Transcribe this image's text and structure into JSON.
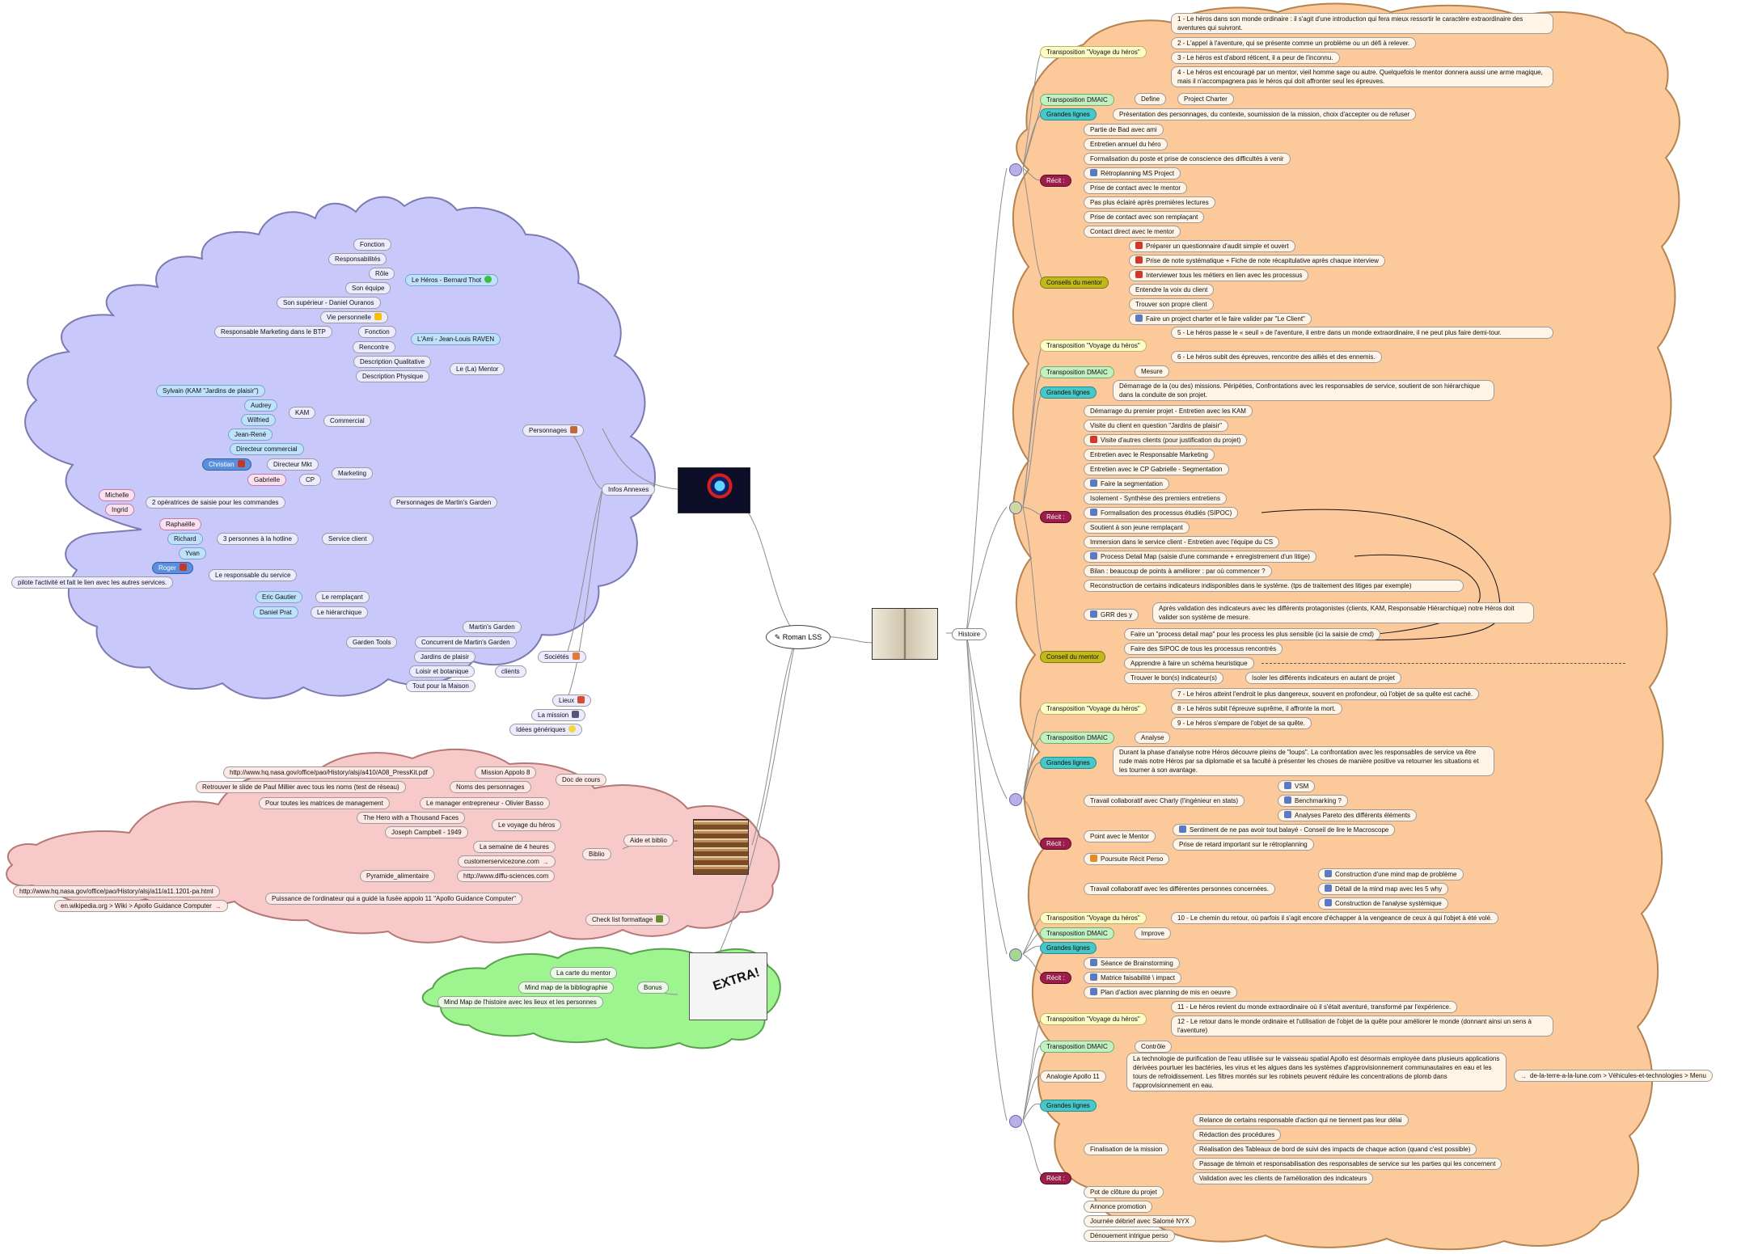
{
  "root": {
    "label": "Roman LSS"
  },
  "colors": {
    "blue_cloud": "#c9c8fb",
    "pink_cloud": "#f7c9c8",
    "green_cloud": "#9ef58f",
    "orange_cloud": "#fcc99b",
    "teal": "#47c7c7",
    "maroon": "#9a1d4a",
    "olive": "#c1b81a"
  },
  "histoire": {
    "label": "Histoire"
  },
  "left": {
    "infos_annexes": "Infos Annexes",
    "personnages": "Personnages",
    "heros": "Le Héros - Bernard Thot",
    "fonction": "Fonction",
    "responsabilites": "Responsabilités",
    "role": "Rôle",
    "son_equipe": "Son équipe",
    "superieur": "Son supérieur - Daniel Ouranos",
    "vie_perso": "Vie personnelle",
    "ami": "L'Ami - Jean-Louis RAVEN",
    "resp_marketing": "Responsable Marketing dans le BTP",
    "ami_fonction": "Fonction",
    "rencontre": "Rencontre",
    "mentor": "Le (La) Mentor",
    "desc_qual": "Description Qualitative",
    "desc_phys": "Description Physique",
    "perso_martin": "Personnages de Martin's Garden",
    "commercial": "Commercial",
    "kam": "KAM",
    "sylvain": "Sylvain (KAM \"Jardins de plaisir\")",
    "audrey": "Audrey",
    "wilfried": "Wilfried",
    "jean_rene": "Jean-René",
    "dir_commercial": "Directeur commercial",
    "marketing": "Marketing",
    "christian": "Christian",
    "directeur_mkt": "Directeur Mkt",
    "gabrielle": "Gabrielle",
    "cp": "CP",
    "service_client": "Service client",
    "michelle": "Michelle",
    "ingrid": "Ingrid",
    "deux_operatrices": "2 opératrices de saisie pour les commandes",
    "raphaelle": "Raphaëlle",
    "richard": "Richard",
    "yvan": "Yvan",
    "trois_hotline": "3 personnes à la hotline",
    "roger": "Roger",
    "resp_service": "Le responsable du service",
    "pilote": "pilote l'activité et fait le lien avec les autres services.",
    "eric": "Eric Gautier",
    "remplacant": "Le remplaçant",
    "daniel_prat": "Daniel Prat",
    "hierarchique": "Le hiérarchique",
    "societes": "Sociétés",
    "martins": "Martin's Garden",
    "garden_tools": "Garden Tools",
    "concurrent": "Concurrent de Martin's Garden",
    "jardins_plaisir": "Jardins de plaisir",
    "loisir": "Loisir et botanique",
    "tout_maison": "Tout pour la Maison",
    "clients": "clients",
    "lieux": "Lieux",
    "la_mission": "La mission",
    "idees": "Idées génériques",
    "aide_biblio": "Aide et biblio",
    "doc_cours": "Doc de cours",
    "mission_apollo": "Mission Appolo 8",
    "url_apollo8": "http://www.hq.nasa.gov/office/pao/History/alsj/a410/A08_PressKit.pdf",
    "noms_perso": "Noms des personnages",
    "paul_millier": "Retrouver le slide de Paul Millier avec tous les noms (test de réseau)",
    "biblio": "Biblio",
    "basso": "Le manager entrepreneur - Olivier Basso",
    "matrices": "Pour toutes les matrices de management",
    "voyage_heros": "Le voyage du héros",
    "thousand": "The Hero with a Thousand Faces",
    "campbell": "Joseph Campbell - 1949",
    "semaine": "La semaine de 4 heures",
    "customer": "customerservicezone.com",
    "diffu": "http://www.diffu-sciences.com",
    "pyramide": "Pyramide_alimentaire",
    "puissance": "Puissance de l'ordinateur qui a guidé la fusée appolo 11 \"Apollo Guidance Computer\"",
    "url_a11": "http://www.hq.nasa.gov/office/pao/History/alsj/a11/a11.1201-pa.html",
    "wiki": "en.wikipedia.org > Wiki > Apollo Guidance Computer",
    "checklist": "Check list formattage",
    "bonus": "Bonus",
    "carte_mentor": "La carte du mentor",
    "mm_biblio": "Mind map de la bibliographie",
    "mm_histoire": "Mind Map de l'histoire avec les lieux et les personnes"
  },
  "right": {
    "tvh": "Transposition \"Voyage du héros\"",
    "tdmaic": "Transposition DMAIC",
    "grandes": "Grandes lignes",
    "recit": "Récit :",
    "conseils": "Conseils du mentor",
    "conseil": "Conseil du mentor",
    "s1": {
      "h1": "1 - Le héros dans son monde ordinaire : il s'agit d'une introduction qui fera mieux ressortir le caractère extraordinaire des aventures qui suivront.",
      "h2": "2 - L'appel à l'aventure, qui se présente comme un problème ou un défi à relever.",
      "h3": "3 - Le héros est d'abord réticent, il a peur de l'inconnu.",
      "h4": "4 - Le héros est encouragé par un mentor, vieil homme sage ou autre. Quelquefois le mentor donnera aussi une arme magique, mais il n'accompagnera pas le héros qui doit affronter seul les épreuves.",
      "define": "Define",
      "charter": "Project Charter",
      "gl": "Présentation des personnages, du contexte, soumission de la mission, choix d'accepter ou de refuser",
      "r1": "Partie de Bad avec ami",
      "r2": "Entretien annuel du héro",
      "r3": "Formalisation du poste et prise de conscience des difficultés à venir",
      "r4": "Rétroplanning MS Project",
      "r5": "Prise de contact avec le mentor",
      "r6": "Pas plus éclairé après premières lectures",
      "r7": "Prise de contact avec son remplaçant",
      "r8": "Contact direct avec le mentor",
      "c1": "Préparer un questionnaire d'audit simple et ouvert",
      "c2": "Prise de note systématique + Fiche de note récapitulative après chaque interview",
      "c3": "Interviewer tous les métiers en lien avec les processus",
      "c4": "Entendre la voix du client",
      "c5": "Trouver son propre client",
      "c6": "Faire un project charter et le faire valider par \"Le Client\""
    },
    "s2": {
      "h5": "5 - Le héros passe le « seuil » de l'aventure, il entre dans un monde extraordinaire, il ne peut plus faire demi-tour.",
      "h6": "6 - Le héros subit des épreuves, rencontre des alliés et des ennemis.",
      "mesure": "Mesure",
      "gl": "Démarrage de la (ou des) missions. Péripéties, Confrontations avec les responsables de service, soutient de son hiérarchique dans la conduite de son projet.",
      "r1": "Démarrage du premier projet - Entretien avec les KAM",
      "r2": "Visite du client en question \"Jardins de plaisir\"",
      "r3": "Visite d'autres clients (pour justification du projet)",
      "r4": "Entretien avec le Responsable Marketing",
      "r5": "Entretien avec le CP Gabrielle - Segmentation",
      "r6": "Faire la segmentation",
      "r7": "Isolement - Synthèse des premiers entretiens",
      "r8": "Formalisation des processus étudiés (SIPOC)",
      "r9": "Soutient à son jeune remplaçant",
      "r10": "Immersion dans le service client - Entretien avec l'équipe du CS",
      "r11": "Process Detail Map (saisie d'une commande + enregistrement d'un litige)",
      "r12": "Bilan : beaucoup de points à améliorer : par où commencer ?",
      "r13": "Reconstruction de certains indicateurs indisponibles dans le système. (tps de traitement des litiges par exemple)",
      "r14": "GRR des y",
      "r14b": "Après validation des indicateurs avec les différents protagonistes (clients, KAM, Responsable Hiérarchique) notre Héros doit valider son système de mesure.",
      "c1": "Faire un \"process detail map\" pour les process les plus sensible (ici la saisie de cmd)",
      "c2": "Faire des SIPOC de tous les processus rencontrés",
      "c3": "Apprendre à faire un schéma heuristique",
      "c4": "Trouver le bon(s) indicateur(s)",
      "c4b": "Isoler les différents indicateurs en autant de projet"
    },
    "s3": {
      "h7": "7 - Le héros atteint l'endroit le plus dangereux, souvent en profondeur, où l'objet de sa quête est caché.",
      "h8": "8 - Le héros subit l'épreuve suprême, il affronte la mort.",
      "h9": "9 - Le héros s'empare de l'objet de sa quête.",
      "analyse": "Analyse",
      "gl": "Durant la phase d'analyse notre Héros découvre pleins de \"loups\". La confrontation avec les responsables de service va être rude mais notre Héros par sa diplomatie et sa faculté à présenter les choses de manière positive va retourner les situations et les tourner à son avantage.",
      "r1": "Travail collaboratif avec Charly (l'ingénieur en stats)",
      "r1a": "VSM",
      "r1b": "Benchmarking ?",
      "r1c": "Analyses Pareto des différents éléments",
      "r2": "Point avec le Mentor",
      "r2a": "Sentiment de ne pas avoir tout balayé - Conseil de lire le Macroscope",
      "r2b": "Prise de retard important sur le rétroplanning",
      "r3": "Poursuite Récit Perso",
      "r4": "Travail collaboratif avec les différentes personnes concernées.",
      "r4a": "Construction d'une mind map de problème",
      "r4b": "Détail de la mind map avec les 5 why",
      "r4c": "Construction de l'analyse systémique"
    },
    "s4": {
      "h10": "10 - Le chemin du retour, où parfois il s'agit encore d'échapper à la vengeance de ceux à qui l'objet à été volé.",
      "improve": "Improve",
      "r1": "Séance de Brainstorming",
      "r2": "Matrice faisabilité \\ impact",
      "r3": "Plan d'action avec planning de mis en oeuvre"
    },
    "s5": {
      "h11": "11 - Le héros revient du monde extraordinaire où il s'était aventuré, transformé par l'expérience.",
      "h12": "12 - Le retour dans le monde ordinaire et l'utilisation de l'objet de la quête pour améliorer le monde (donnant ainsi un sens à l'aventure)",
      "controle": "Contrôle",
      "analogie": "Analogie Apollo 11",
      "apollo_txt": "La technologie de purification de l'eau utilisée sur le vaisseau spatial Apollo est désormais employée dans plusieurs applications dérivées pourtuer les bactéries, les virus et les algues dans les systèmes d'approvisionnement communautaires en eau et les tours de refroidissement. Les filtres montés sur les robinets peuvent réduire les concentrations de plomb dans l'approvisionnement en eau.",
      "apollo_link": "de-la-terre-a-la-lune.com > Véhicules-et-technologies > Menu",
      "fin": "Finalisation de la mission",
      "f1": "Relance de certains responsable d'action qui ne tiennent pas leur délai",
      "f2": "Rédaction des procédures",
      "f3": "Réalisation des Tableaux de bord de suivi des impacts de chaque action (quand c'est possible)",
      "f4": "Passage de témoin et responsabilisation des responsables de service sur les parties qui les concernent",
      "f5": "Validation avec les clients de l'amélioration des indicateurs",
      "r2": "Pot de clôture du projet",
      "r3": "Annonce promotion",
      "r4": "Journée débrief avec Salomé NYX",
      "r5": "Dénouement intrigue perso"
    }
  }
}
